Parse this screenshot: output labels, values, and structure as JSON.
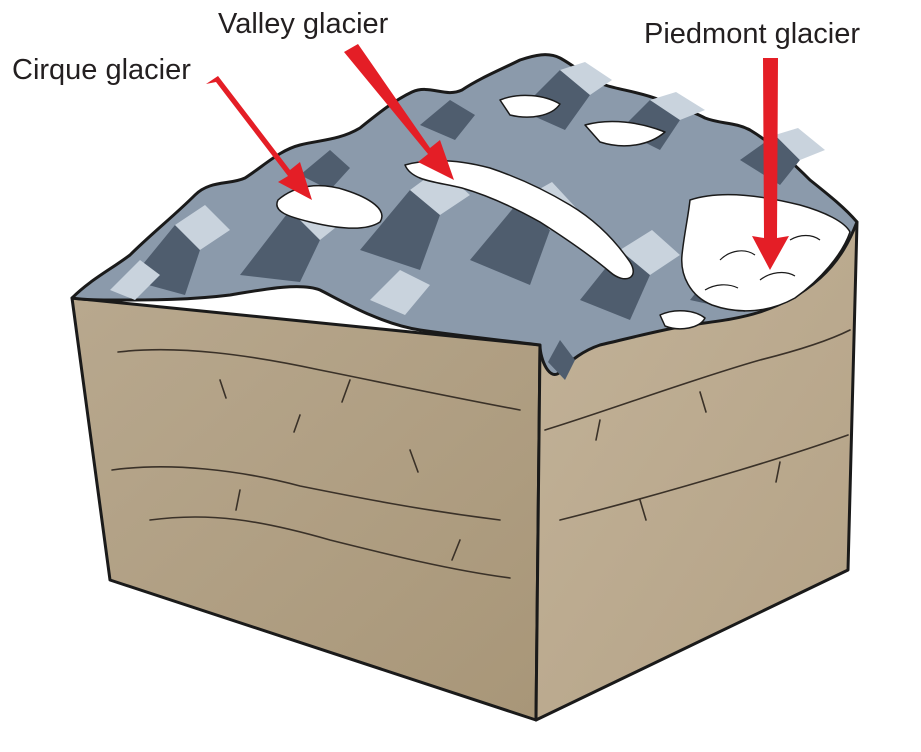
{
  "labels": {
    "cirque": "Cirque glacier",
    "valley": "Valley glacier",
    "piedmont": "Piedmont glacier"
  },
  "colors": {
    "rock_front": "#b3a38a",
    "rock_side": "#baa98f",
    "mountain_dark": "#5f6e80",
    "mountain_mid": "#8b9aab",
    "mountain_light": "#c9d3dd",
    "ice": "#ffffff",
    "arrow": "#e41e26",
    "outline": "#1a1a1a"
  }
}
